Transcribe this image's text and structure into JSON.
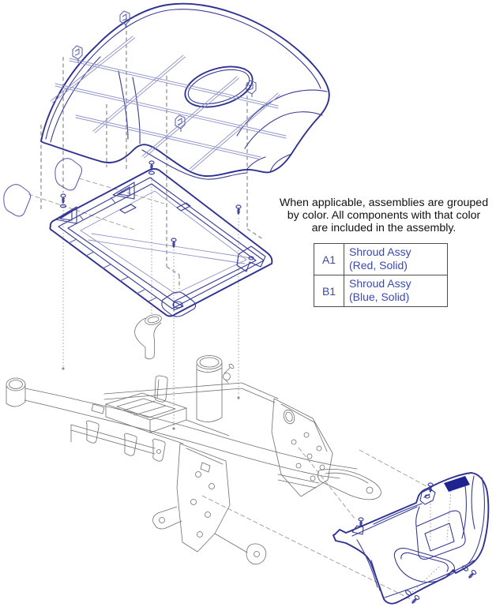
{
  "diagram": {
    "note_lines": [
      "When applicable, assemblies are grouped",
      "by color. All components with that color",
      "are included in the assembly."
    ],
    "legend": {
      "rows": [
        {
          "code": "A1",
          "name": "Shroud Assy",
          "variant": "(Red, Solid)"
        },
        {
          "code": "B1",
          "name": "Shroud Assy",
          "variant": "(Blue, Solid)"
        }
      ]
    },
    "colors": {
      "shroud_line_blue": "#383b96",
      "frame_line_gray": "#6f6f6f",
      "legend_text_blue": "#3a4aae",
      "note_text": "#111111",
      "badge_fill": "#1e2390",
      "table_border": "#4d4d4d"
    }
  }
}
